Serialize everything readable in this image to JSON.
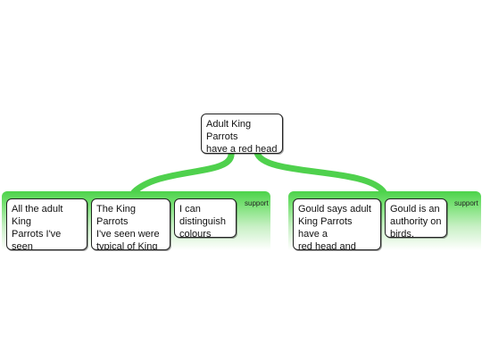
{
  "colors": {
    "link": "#4fd14d",
    "group_top": "#4cd34a",
    "node_border": "#222222"
  },
  "root": {
    "text": "Adult King Parrots\nhave a red head\nand green wings."
  },
  "groups": [
    {
      "label": "support",
      "premises": [
        {
          "text": "All the adult King\nParrots I've seen\nhad a red head\nand green wings."
        },
        {
          "text": "The King Parrots\nI've seen were\ntypical of King\nParrots generally."
        },
        {
          "text": "I can\ndistinguish\ncolours well."
        }
      ]
    },
    {
      "label": "support",
      "premises": [
        {
          "text": "Gould says adult\nKing Parrots have a\nred head and green\nwings."
        },
        {
          "text": "Gould is an\nauthority on\nbirds."
        }
      ]
    }
  ]
}
